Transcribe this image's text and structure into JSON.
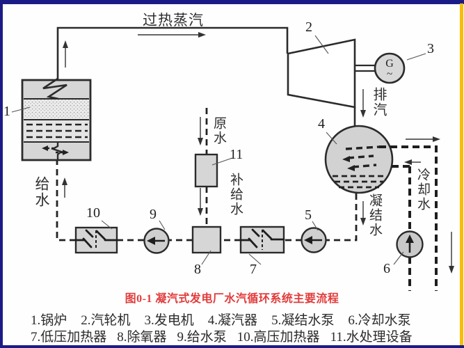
{
  "caption": "图0-1 凝汽式发电厂水汽循环系统主要流程",
  "flow_labels": {
    "superheated_steam": "过热蒸汽",
    "exhaust_steam": "排汽",
    "feed_water": "给水",
    "raw_water": "原水",
    "makeup_water": "补给水",
    "condensate_water": "凝结水",
    "cooling_water": "冷却水"
  },
  "generator": {
    "letter": "G",
    "tilde": "~"
  },
  "component_numbers": {
    "c1": "1",
    "c2": "2",
    "c3": "3",
    "c4": "4",
    "c5": "5",
    "c6": "6",
    "c7": "7",
    "c8": "8",
    "c9": "9",
    "c10": "10",
    "c11": "11"
  },
  "legend": {
    "row1": [
      "1.锅炉",
      "2.汽轮机",
      "3.发电机",
      "4.凝汽器",
      "5.凝结水泵",
      "6.冷却水泵"
    ],
    "row2": [
      "7.低压加热器",
      "8.除氧器",
      "9.给水泵",
      "10.高压加热器",
      "11.水处理设备"
    ]
  },
  "colors": {
    "border_blue": "#1b1b87",
    "border_yellow": "#f8bd08",
    "caption_red": "#e23b3b",
    "line_dark": "#2b2b2b",
    "component_fill": "#d6d6d6"
  }
}
